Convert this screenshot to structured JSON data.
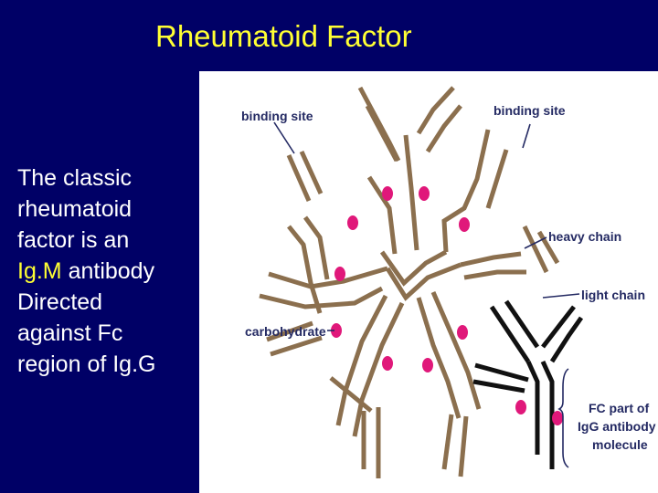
{
  "slide": {
    "title": "Rheumatoid Factor",
    "text": {
      "l1": "The classic",
      "l2": "rheumatoid",
      "l3": "factor is an",
      "l4_hl": "Ig.M",
      "l4_rest": " antibody",
      "l5": "Directed",
      "l6": "against Fc",
      "l7": "region of Ig.G"
    }
  },
  "figure": {
    "labels": {
      "binding_site_left": "binding site",
      "binding_site_right": "binding site",
      "heavy_chain": "heavy chain",
      "light_chain": "light chain",
      "carbohydrate": "carbohydrate",
      "fc_line1": "FC part of",
      "fc_line2": "IgG antibody",
      "fc_line3": "molecule"
    }
  },
  "colors": {
    "background": "#000066",
    "title": "#ffff33",
    "body_text": "#ffffff",
    "highlight": "#ffff33",
    "igm_chain": "#8b6f4e",
    "igg_chain": "#111111",
    "carbohydrate_dot": "#e0187a",
    "label_text": "#242a63"
  }
}
